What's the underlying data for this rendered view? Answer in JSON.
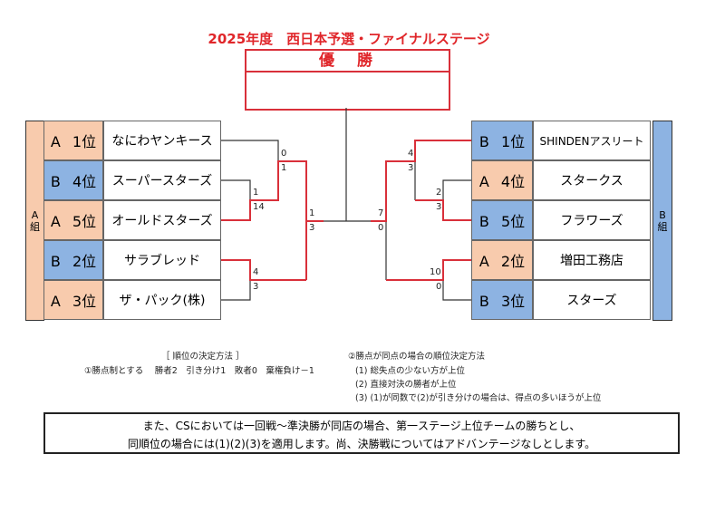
{
  "title": "2025年度　西日本予選・ファイナルステージ",
  "winner_label": "優　勝",
  "left": {
    "group_label": "A\n組",
    "rows": [
      {
        "group": "A",
        "rank": "A 1位",
        "team": "なにわヤンキース"
      },
      {
        "group": "B",
        "rank": "B 4位",
        "team": "スーパースターズ"
      },
      {
        "group": "A",
        "rank": "A 5位",
        "team": "オールドスターズ"
      },
      {
        "group": "B",
        "rank": "B 2位",
        "team": "サラブレッド"
      },
      {
        "group": "A",
        "rank": "A 3位",
        "team": "ザ・パック(株)"
      }
    ]
  },
  "right": {
    "group_label": "B\n組",
    "rows": [
      {
        "group": "B",
        "rank": "B 1位",
        "team": "SHINDENアスリート"
      },
      {
        "group": "A",
        "rank": "A 4位",
        "team": "スタークス"
      },
      {
        "group": "B",
        "rank": "B 5位",
        "team": "フラワーズ"
      },
      {
        "group": "A",
        "rank": "A 2位",
        "team": "増田工務店"
      },
      {
        "group": "B",
        "rank": "B 3位",
        "team": "スターズ"
      }
    ]
  },
  "scores": {
    "l_r1_top": "0",
    "l_r1_bot": "1",
    "l_q_top": "1",
    "l_q_bot": "14",
    "l_semi_top": "1",
    "l_semi_bot": "3",
    "l_q2_top": "4",
    "l_q2_bot": "3",
    "r_r1_top": "4",
    "r_r1_bot": "3",
    "r_q_top": "2",
    "r_q_bot": "3",
    "r_semi_top": "7",
    "r_semi_bot": "0",
    "r_q2_top": "10",
    "r_q2_bot": "0"
  },
  "notes": {
    "ranking_heading": "［ 順位の決定方法 ］",
    "rule1": "①勝点制とする　 勝者2　引き分け1　敗者0　棄権負け－1",
    "tie_heading": "②勝点が同点の場合の順位決定方法",
    "tie1": "(1) 総失点の少ない方が上位",
    "tie2": "(2) 直接対決の勝者が上位",
    "tie3": "(3) (1)が同数で(2)が引き分けの場合は、得点の多いほうが上位"
  },
  "footer": {
    "line1": "また、CSにおいては一回戦～準決勝が同店の場合、第一ステージ上位チームの勝ちとし、",
    "line2": "同順位の場合には(1)(2)(3)を適用します。尚、決勝戦についてはアドバンテージなしとします。"
  },
  "colors": {
    "groupA": "#f8cbad",
    "groupB": "#8db3e2",
    "win": "#d9303a"
  }
}
